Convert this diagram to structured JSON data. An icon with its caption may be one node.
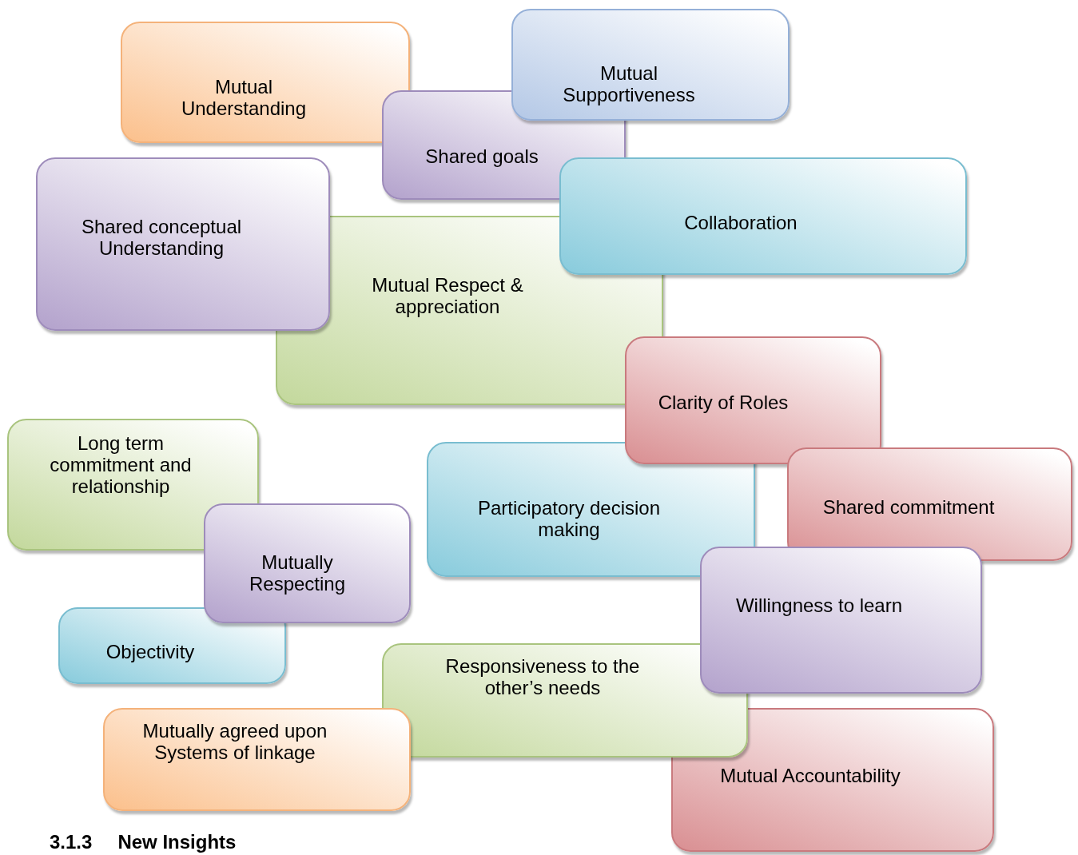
{
  "diagram": {
    "nodes": [
      {
        "text": [
          "Mutual Understanding"
        ]
      },
      {
        "text": [
          "Mutual Supportiveness"
        ]
      },
      {
        "text": [
          "Shared goals"
        ]
      },
      {
        "text": [
          "Shared conceptual Understanding"
        ]
      },
      {
        "text": [
          "Collaboration"
        ]
      },
      {
        "text": [
          "Mutual Respect & appreciation"
        ]
      },
      {
        "text": [
          "Clarity of Roles"
        ]
      },
      {
        "text": [
          "Long term commitment and relationship"
        ]
      },
      {
        "text": [
          "Participatory decision making"
        ]
      },
      {
        "text": [
          "Shared commitment"
        ]
      },
      {
        "text": [
          "Mutually Respecting"
        ]
      },
      {
        "text": [
          "Willingness to learn"
        ]
      },
      {
        "text": [
          "Objectivity"
        ]
      },
      {
        "text": [
          "Responsiveness to the other’s needs"
        ]
      },
      {
        "text": [
          "Mutually agreed upon Systems of linkage"
        ]
      },
      {
        "text": [
          "Mutual Accountability"
        ]
      }
    ],
    "labels": [
      "3.1.3",
      "New Insights"
    ]
  }
}
